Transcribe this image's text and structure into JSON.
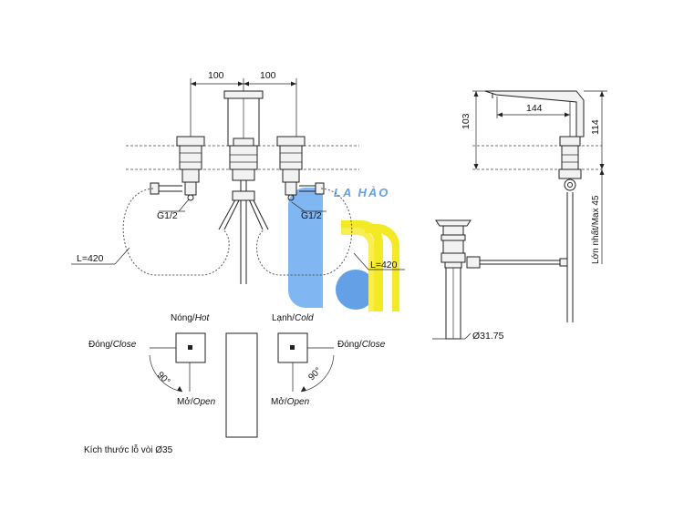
{
  "dimensions": {
    "top_left": "100",
    "top_right": "100",
    "side_height": "103",
    "side_reach": "144",
    "side_right_height": "114",
    "side_max": "Lớn nhất/Max 45",
    "drain_diameter": "Ø31.75"
  },
  "labels": {
    "thread_left": "G1/2",
    "thread_right": "G1/2",
    "hose_left": "L=420",
    "hose_right": "L=420",
    "hot_vi": "Nóng/",
    "hot_en": "Hot",
    "cold_vi": "Lạnh/",
    "cold_en": "Cold",
    "close_left_vi": "Đóng/",
    "close_left_en": "Close",
    "close_right_vi": "Đóng/",
    "close_right_en": "Close",
    "open_left_vi": "Mở/",
    "open_left_en": "Open",
    "open_right_vi": "Mở/",
    "open_right_en": "Open",
    "angle_left": "90°",
    "angle_right": "90°",
    "hole_size": "Kích thước lỗ vòi Ø35"
  },
  "watermark": {
    "text": "LA HÀO",
    "colors": {
      "blue": "#4a90e2",
      "yellow": "#f2e600",
      "blue_light": "#6aaaf0"
    }
  }
}
